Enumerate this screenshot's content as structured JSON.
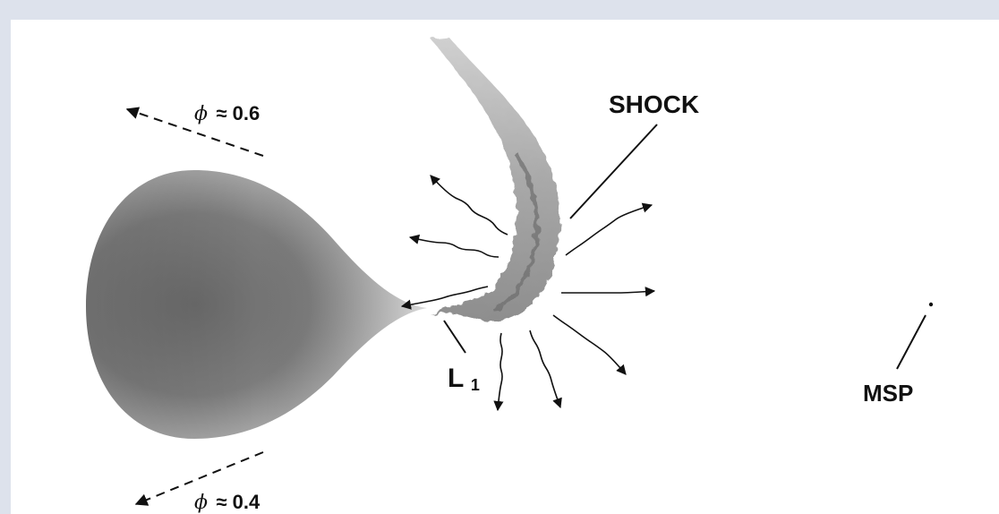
{
  "labels": {
    "phi_top_symbol": "ϕ",
    "phi_top_value": "≈ 0.6",
    "phi_bottom_symbol": "ϕ",
    "phi_bottom_value": "≈ 0.4",
    "shock": "SHOCK",
    "l1_letter": "L",
    "l1_sub": "1",
    "msp": "MSP"
  },
  "colors": {
    "background": "#dde2ec",
    "panel": "#ffffff",
    "ink": "#111111"
  }
}
